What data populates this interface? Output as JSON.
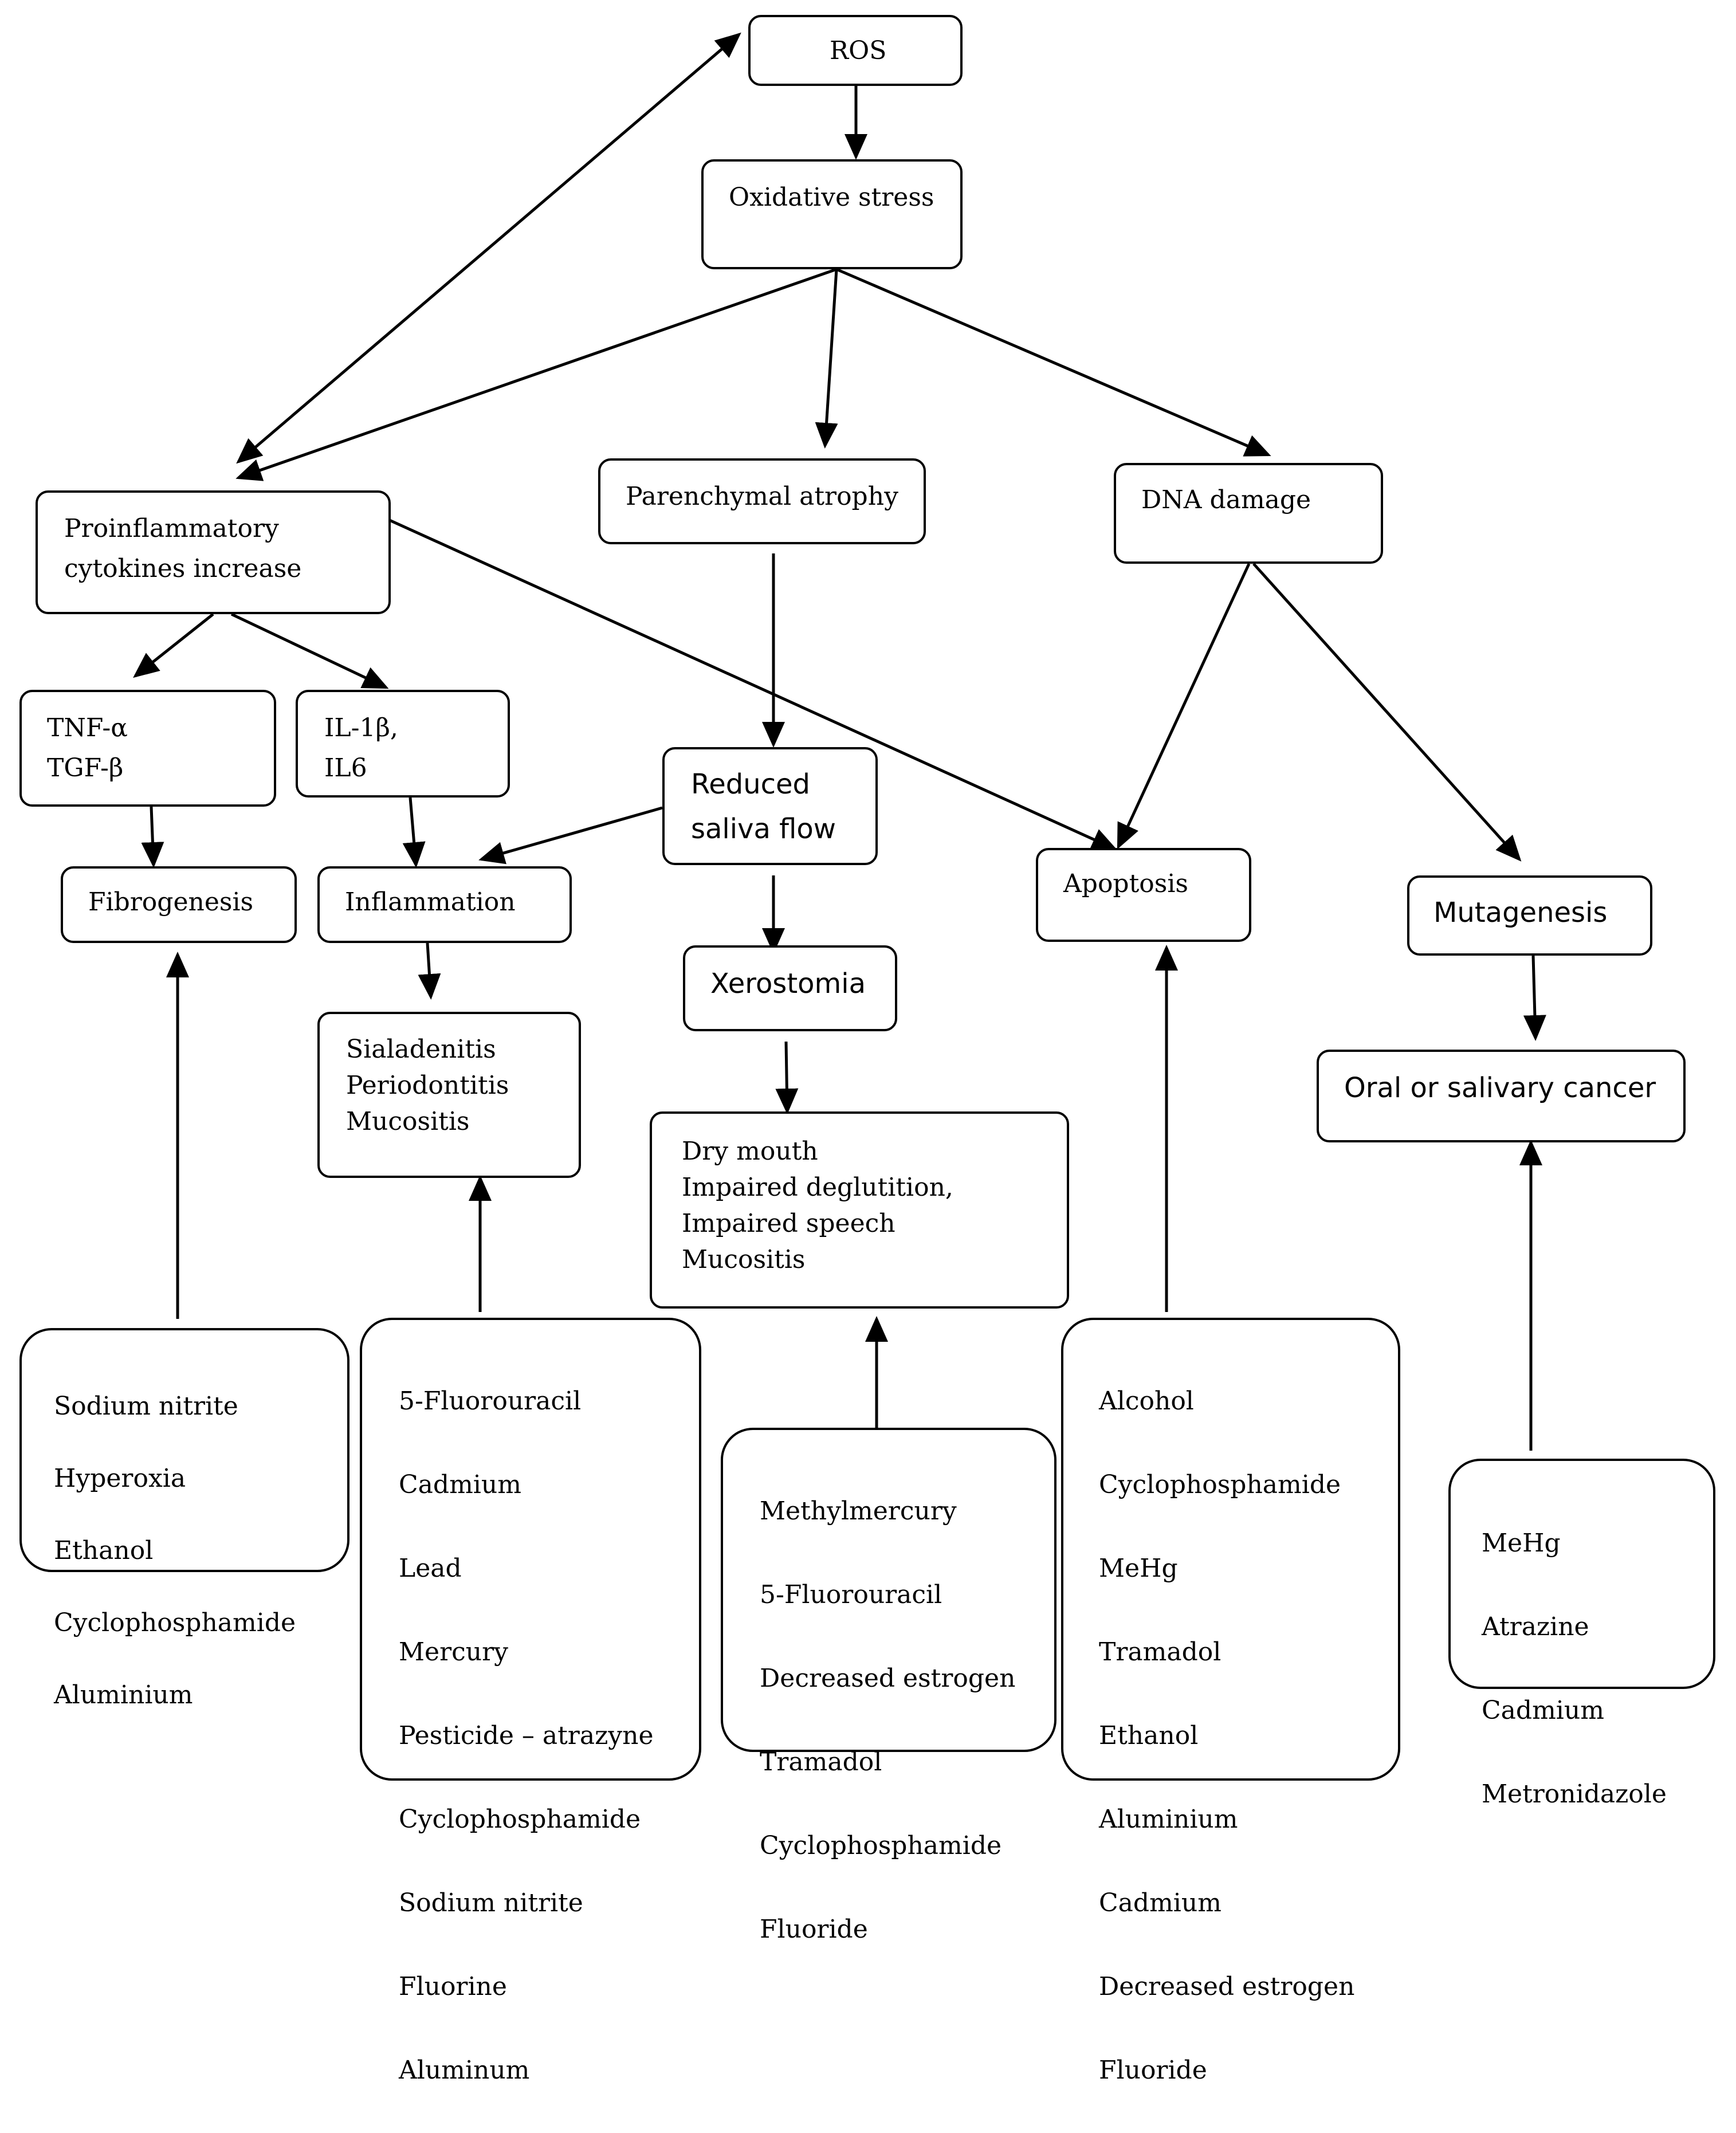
{
  "nodes": {
    "ros": "ROS",
    "oxidative_stress": "Oxidative stress",
    "proinflammatory": "Proinflammatory\ncytokines increase",
    "parenchymal_atrophy": "Parenchymal atrophy",
    "dna_damage": "DNA damage",
    "tnf_tgf": "TNF-α\nTGF-β",
    "il": "IL-1β,\n IL6",
    "reduced_saliva": "Reduced\nsaliva flow",
    "fibrogenesis": "Fibrogenesis",
    "inflammation": "Inflammation",
    "apoptosis": "Apoptosis",
    "mutagenesis": "Mutagenesis",
    "xerostomia": "Xerostomia",
    "sialadenitis_group": "Sialadenitis\nPeriodontitis\nMucositis",
    "oral_cancer": "Oral or salivary cancer",
    "dry_mouth_group": "Dry mouth\nImpaired deglutition,\nImpaired speech\nMucositis"
  },
  "agents": {
    "fibrogenesis": [
      "Sodium nitrite",
      "Hyperoxia",
      "Ethanol",
      "Cyclophosphamide",
      "Aluminium"
    ],
    "sialadenitis": [
      "5-Fluorouracil",
      "Cadmium",
      "Lead",
      "Mercury",
      "Pesticide – atrazyne",
      "Cyclophosphamide",
      "Sodium nitrite",
      "Fluorine",
      "Aluminum"
    ],
    "xerostomia": [
      "Methylmercury",
      "5-Fluorouracil",
      "Decreased estrogen",
      "Tramadol",
      "Cyclophosphamide",
      "Fluoride"
    ],
    "apoptosis": [
      "Alcohol",
      "Cyclophosphamide",
      "MeHg",
      "Tramadol",
      "Ethanol",
      "Aluminium",
      "Cadmium",
      "Decreased estrogen",
      "Fluoride"
    ],
    "cancer": [
      "MeHg",
      "Atrazine",
      "Cadmium",
      "Metronidazole"
    ]
  }
}
